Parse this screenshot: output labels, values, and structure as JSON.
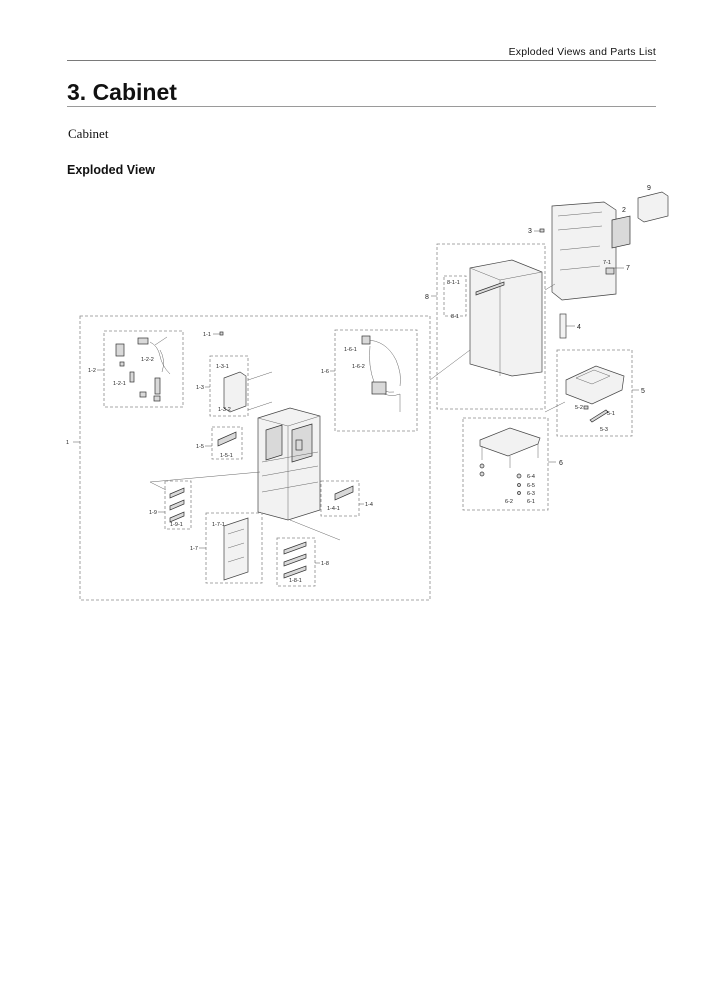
{
  "header": {
    "right_text": "Exploded Views and Parts List"
  },
  "title": "3.  Cabinet",
  "subtitle": "Cabinet",
  "section_heading": "Exploded View",
  "callouts": {
    "c1": "1",
    "c1_1": "1-1",
    "c1_2": "1-2",
    "c1_2_1": "1-2-1",
    "c1_2_2": "1-2-2",
    "c1_3": "1-3",
    "c1_3_1": "1-3-1",
    "c1_3_2": "1-3-2",
    "c1_4": "1-4",
    "c1_4_1": "1-4-1",
    "c1_5": "1-5",
    "c1_5_1": "1-5-1",
    "c1_6": "1-6",
    "c1_6_1": "1-6-1",
    "c1_6_2": "1-6-2",
    "c1_7": "1-7",
    "c1_7_1": "1-7-1",
    "c1_8": "1-8",
    "c1_8_1": "1-8-1",
    "c1_9": "1-9",
    "c1_9_1": "1-9-1",
    "c2": "2",
    "c3": "3",
    "c4": "4",
    "c5": "5",
    "c5_1": "5-1",
    "c5_2": "5-2",
    "c5_3": "5-3",
    "c6": "6",
    "c6_1": "6-1",
    "c6_2": "6-2",
    "c6_3": "6-3",
    "c6_4": "6-4",
    "c6_5": "6-5",
    "c7": "7",
    "c7_1": "7-1",
    "c8": "8",
    "c8_1": "8-1",
    "c8_1_1": "8-1-1",
    "c9": "9"
  }
}
